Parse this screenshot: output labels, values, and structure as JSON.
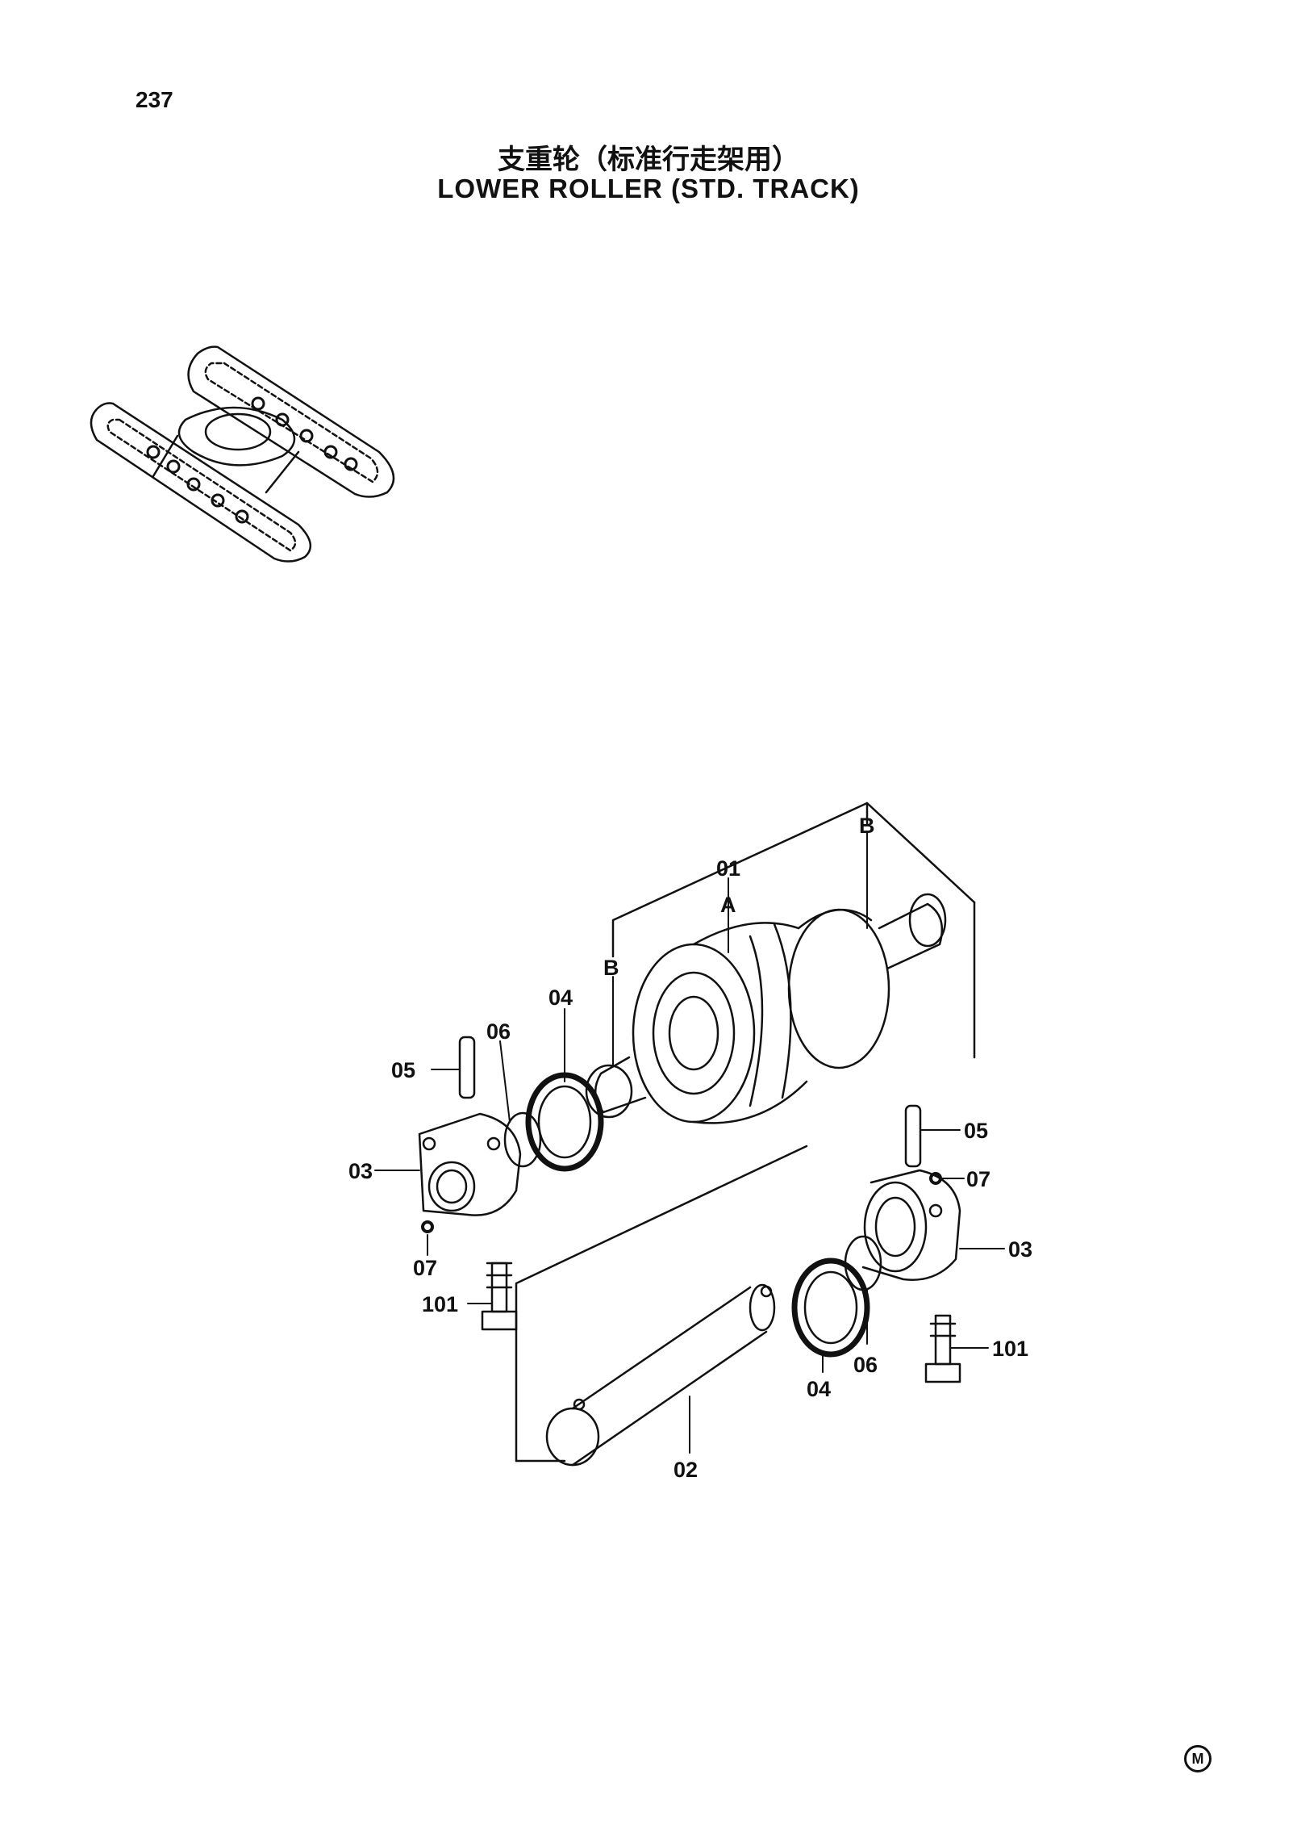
{
  "page_number": "237",
  "title_cn": "支重轮（标准行走架用）",
  "title_en": "LOWER ROLLER (STD. TRACK)",
  "callouts": {
    "roller": "01",
    "section_a": "A",
    "section_b_top": "B",
    "section_b_left": "B",
    "shaft": "02",
    "collar_left": "03",
    "collar_right": "03",
    "seal_left": "04",
    "seal_right": "04",
    "pin_left": "05",
    "pin_right": "05",
    "ring_left": "06",
    "ring_right": "06",
    "plug_left": "07",
    "plug_right": "07",
    "bolt_left": "101",
    "bolt_right": "101"
  },
  "mark_symbol": "M",
  "icons": [
    "track-frame-thumbnail-icon",
    "lower-roller-exploded-drawing"
  ]
}
